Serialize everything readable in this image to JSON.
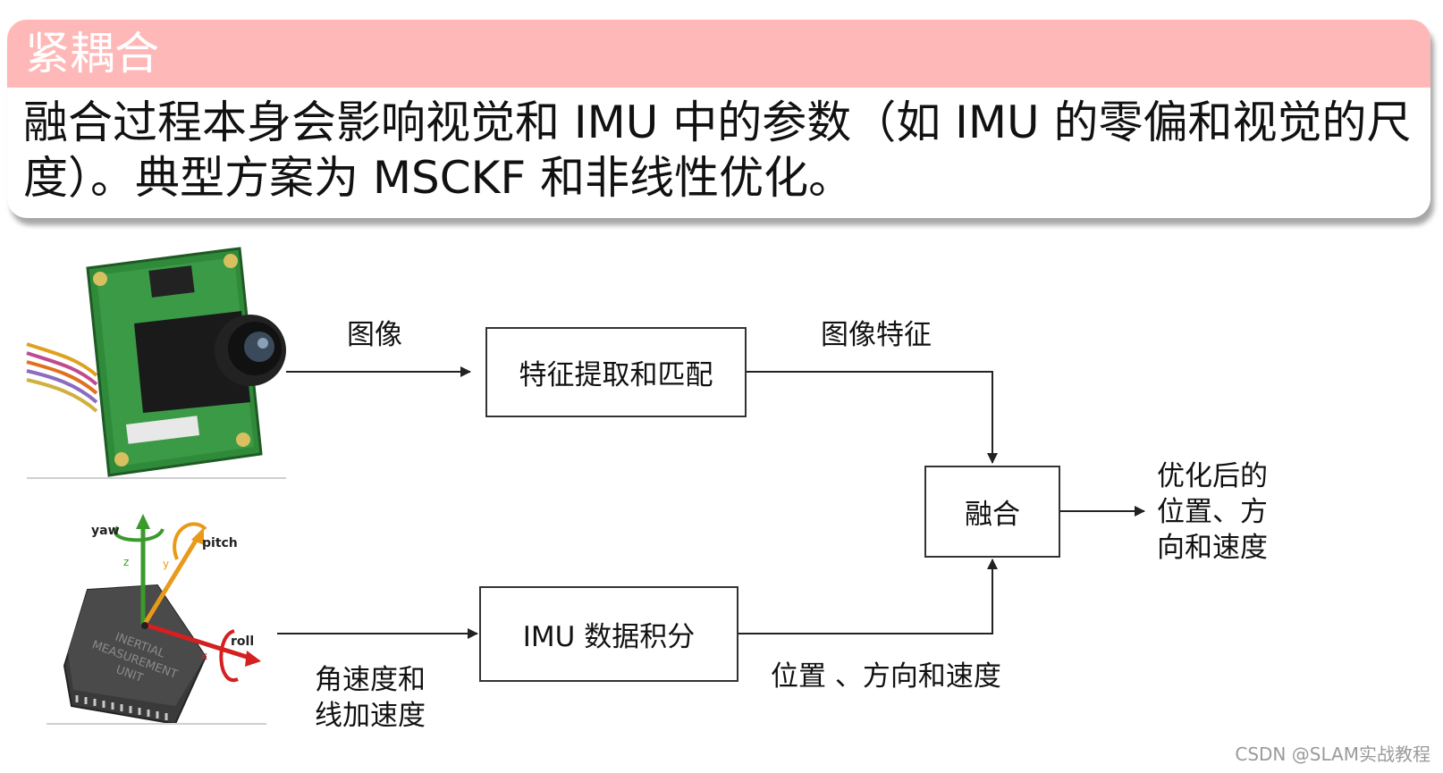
{
  "header": {
    "title": "紧耦合",
    "body": "融合过程本身会影响视觉和 IMU 中的参数（如 IMU 的零偏和视觉的尺度）。典型方案为 MSCKF 和非线性优化。"
  },
  "diagram": {
    "camera_edge_label": "图像",
    "feature_box": "特征提取和匹配",
    "feature_edge_label": "图像特征",
    "fusion_box": "融合",
    "output_label_lines": [
      "优化后的",
      "位置、方",
      "向和速度"
    ],
    "imu_input_label_lines": [
      "角速度和",
      "线加速度"
    ],
    "imu_box": "IMU 数据积分",
    "imu_edge_label": "位置 、方向和速度"
  },
  "imu_chip": {
    "axis_yaw": "yaw",
    "axis_pitch": "pitch",
    "axis_roll": "roll",
    "axis_z": "z",
    "axis_y": "y",
    "axis_x": "x",
    "chip_line1": "INERTIAL",
    "chip_line2": "MEASUREMENT",
    "chip_line3": "UNIT"
  },
  "colors": {
    "header_bg": "#ffb8b8",
    "pcb_green": "#2f8a3a",
    "lens_black": "#1a1a1a",
    "axis_green": "#3a9a2a",
    "axis_orange": "#e89a1a",
    "axis_red": "#d42020"
  },
  "watermark": "CSDN @SLAM实战教程"
}
